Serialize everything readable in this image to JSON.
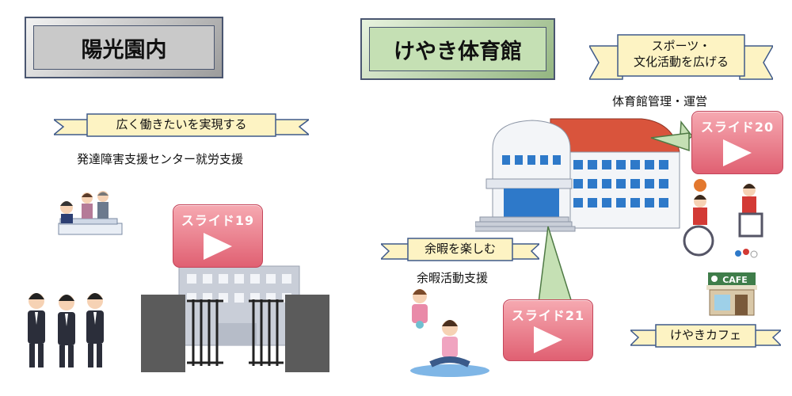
{
  "left": {
    "title": "陽光園内",
    "ribbon": "広く働きたいを実現する",
    "caption": "発達障害支援センター就労支援",
    "slide": "スライド19"
  },
  "right": {
    "title": "けやき体育館",
    "ribbon_sports": [
      "スポーツ・",
      "文化活動を広げる"
    ],
    "caption_gym": "体育館管理・運営",
    "slide_gym": "スライド20",
    "ribbon_leisure": "余暇を楽しむ",
    "caption_leisure": "余暇活動支援",
    "slide_leisure": "スライド21",
    "ribbon_cafe": "けやきカフェ",
    "cafe_sign": "CAFE"
  },
  "colors": {
    "ribbon_fill": "#fdf3c3",
    "ribbon_stroke": "#3f5a8a",
    "slide_fill": "#e8707f",
    "roof": "#d9543c"
  }
}
